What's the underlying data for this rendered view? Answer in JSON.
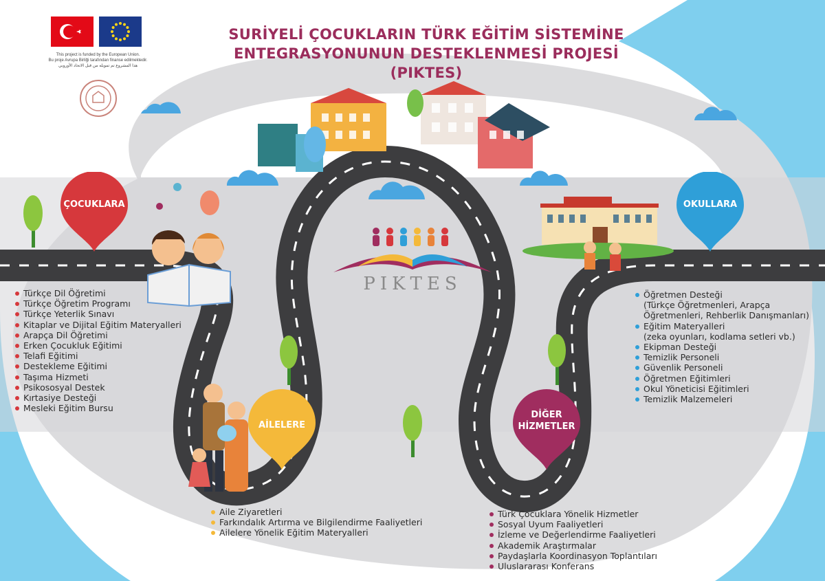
{
  "title": {
    "line1": "SURİYELİ ÇOCUKLARIN TÜRK EĞİTİM SİSTEMİNE",
    "line2": "ENTEGRASYONUNUN DESTEKLENMESİ PROJESİ (PIKTES)"
  },
  "eu_note": {
    "en": "This project is funded by the European Union.",
    "tr": "Bu proje Avrupa Birliği tarafından finanse edilmektedir.",
    "ar": "هذا المشروع تم تمويله من قبل الاتحاد الأوروبي"
  },
  "logo_text": "PIKTES",
  "pins": {
    "cocuklara": "ÇOCUKLARA",
    "okullara": "OKULLARA",
    "ailelere": "AİLELERE",
    "diger_line1": "DİĞER",
    "diger_line2": "HİZMETLER"
  },
  "colors": {
    "cocuklara": "#d6383c",
    "okullara": "#2f9fd8",
    "ailelere": "#f4b93a",
    "diger": "#a02d5f",
    "title": "#9b2d5c",
    "road": "#3d3d3f",
    "ground": "#d8d8da",
    "frame": "#5bc2e7"
  },
  "lists": {
    "cocuklara": [
      "Türkçe Dil Öğretimi",
      "Türkçe Öğretim Programı",
      "Türkçe Yeterlik Sınavı",
      "Kitaplar ve Dijital Eğitim Materyalleri",
      "Arapça Dil Öğretimi",
      "Erken Çocukluk Eğitimi",
      "Telafi Eğitimi",
      "Destekleme Eğitimi",
      "Taşıma Hizmeti",
      "Psikososyal Destek",
      "Kırtasiye Desteği",
      "Mesleki Eğitim Bursu"
    ],
    "okullara": [
      "Öğretmen Desteği",
      "(Türkçe Öğretmenleri, Arapça",
      "Öğretmenleri, Rehberlik Danışmanları)",
      "Eğitim Materyalleri",
      "(zeka oyunları, kodlama setleri vb.)",
      "Ekipman Desteği",
      "Temizlik Personeli",
      "Güvenlik Personeli",
      "Öğretmen Eğitimleri",
      "Okul Yöneticisi Eğitimleri",
      "Temizlik Malzemeleri"
    ],
    "ailelere": [
      "Aile Ziyaretleri",
      "Farkındalık Artırma ve Bilgilendirme Faaliyetleri",
      "Ailelere Yönelik Eğitim Materyalleri"
    ],
    "diger": [
      "Türk Çocuklara Yönelik Hizmetler",
      "Sosyal Uyum Faaliyetleri",
      "İzleme ve Değerlendirme Faaliyetleri",
      "Akademik Araştırmalar",
      "Paydaşlarla Koordinasyon Toplantıları",
      "Uluslararası Konferans"
    ]
  }
}
